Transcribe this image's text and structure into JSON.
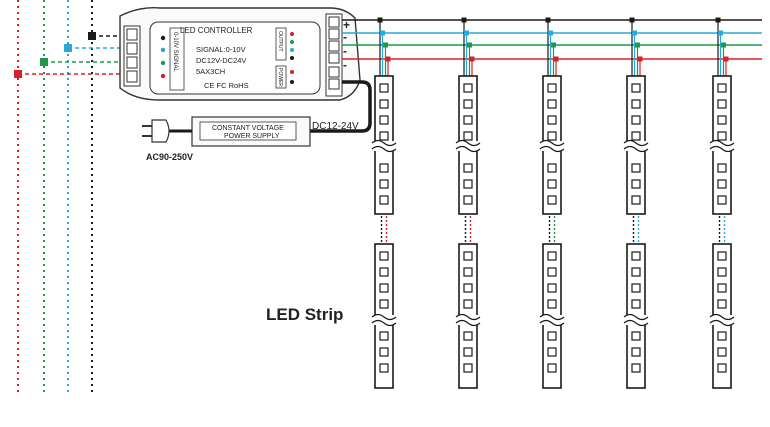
{
  "controller": {
    "title": "LED CONTROLLER",
    "signal": "SIGNAL:0-10V",
    "voltage": "DC12V-DC24V",
    "current": "5AX3CH",
    "certs": "CE FC RoHS",
    "input_label": "0-10V SIGNAL",
    "output_label": "OUTPUT",
    "power_label": "POWER"
  },
  "power_supply": {
    "label_line1": "CONSTANT VOLTAGE",
    "label_line2": "POWER SUPPLY",
    "output_voltage": "DC12-24V",
    "input_voltage": "AC90-250V"
  },
  "bus": {
    "plus": "+",
    "minus": "-"
  },
  "strip_label": "LED Strip",
  "colors": {
    "black": "#1a1a1a",
    "blue": "#2aa8d8",
    "green": "#1e9a4a",
    "red": "#d8202a"
  }
}
